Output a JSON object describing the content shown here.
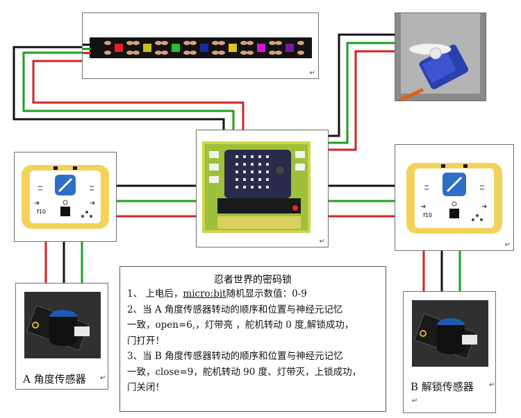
{
  "diagram": {
    "panel": {
      "title": "忍者世界的密码锁",
      "lines": [
        {
          "prefix": "1、 上电后，",
          "link": "micro:bit",
          "suffix": "随机显示数值：0-9"
        },
        {
          "prefix": "2、当 A 角度传感器转动的顺序和位置与神经元记忆",
          "link": "",
          "suffix": ""
        },
        {
          "prefix": "一致，open=6,，灯带亮 ，舵机转动 0 度,解锁成功，",
          "link": "",
          "suffix": ""
        },
        {
          "prefix": "门打开！",
          "link": "",
          "suffix": ""
        },
        {
          "prefix": "3、当 B 角度传感器转动的顺序和位置与神经元记忆",
          "link": "",
          "suffix": ""
        },
        {
          "prefix": "一致，close=9，舵机转动 90 度、灯带灭，上锁成功，",
          "link": "",
          "suffix": ""
        },
        {
          "prefix": "门关闭！",
          "link": "",
          "suffix": ""
        }
      ]
    },
    "sensor_a_caption": "A 角度传感器",
    "sensor_b_caption": "B 解锁传感器",
    "neuron_label": "f10",
    "colors": {
      "wire_black": "#111111",
      "wire_green": "#1aa01a",
      "wire_red": "#d42020",
      "neuron_frame": "#f3d25a",
      "strip": "#121212"
    },
    "led_colors": [
      "#e62020",
      "#c8c020",
      "#26c026",
      "#1a2aa0",
      "#e6c020",
      "#d21ad2",
      "#7a1aa0"
    ]
  }
}
